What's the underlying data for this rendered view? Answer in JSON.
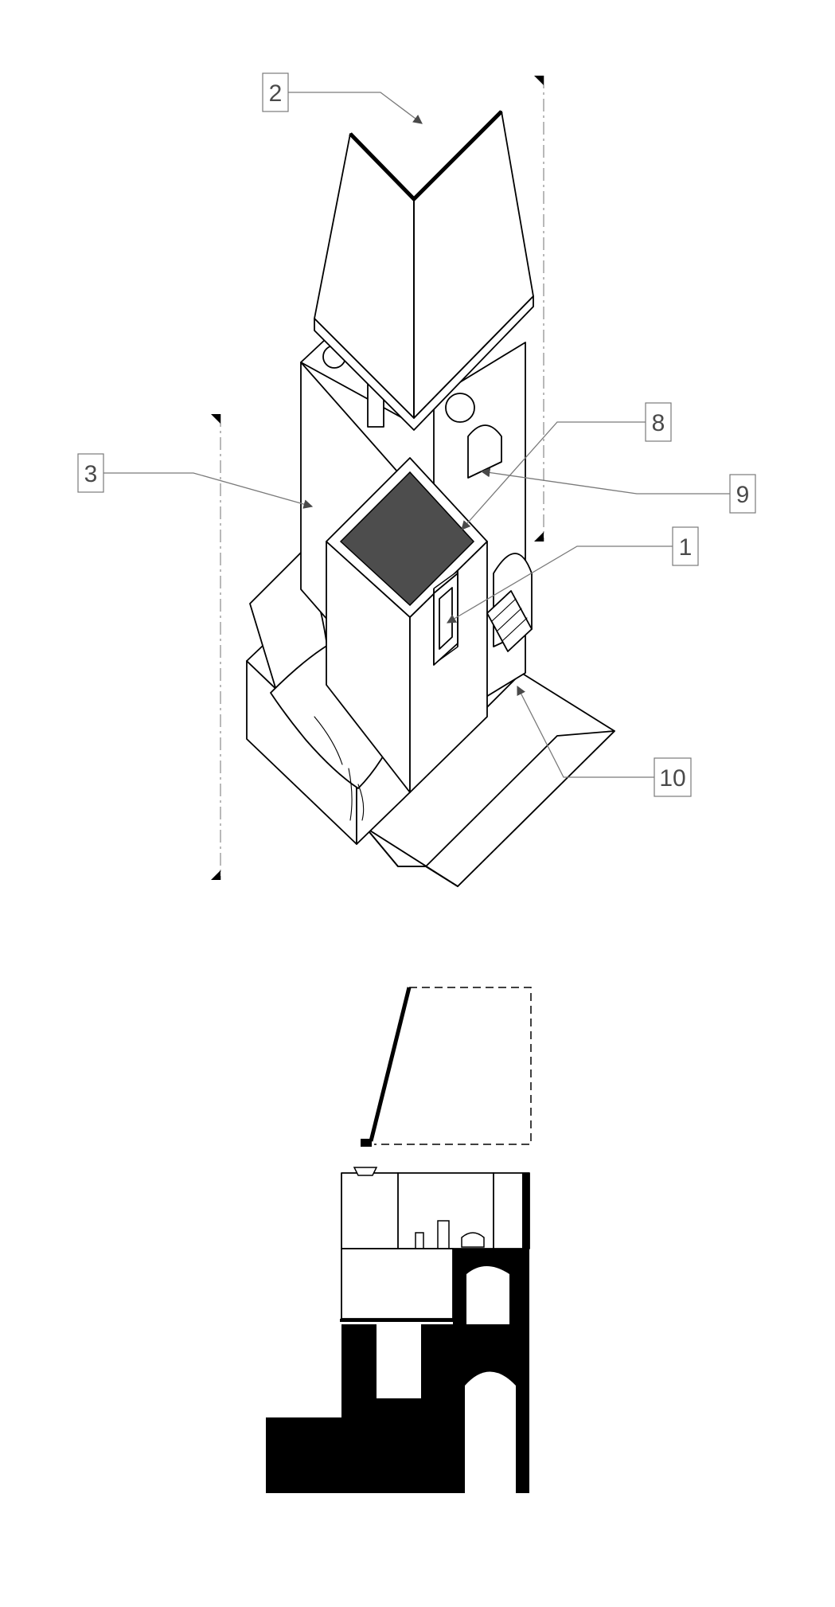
{
  "colors": {
    "ink": "#000000",
    "callout_border": "#7a7a7a",
    "callout_text": "#4a4a4a",
    "opening_fill": "#4d4d4d",
    "paper": "#ffffff"
  },
  "callouts": [
    {
      "id": "callout-2",
      "label": "2"
    },
    {
      "id": "callout-3",
      "label": "3"
    },
    {
      "id": "callout-8",
      "label": "8"
    },
    {
      "id": "callout-9",
      "label": "9"
    },
    {
      "id": "callout-1",
      "label": "1"
    },
    {
      "id": "callout-10",
      "label": "10"
    }
  ]
}
